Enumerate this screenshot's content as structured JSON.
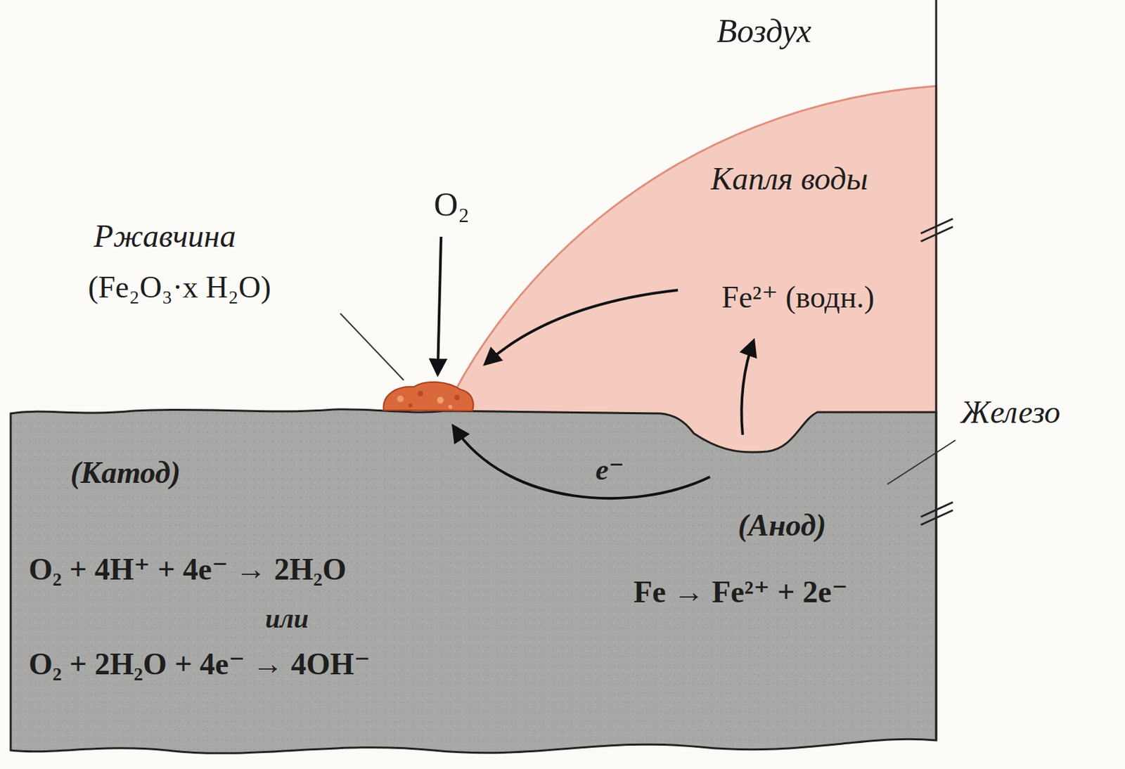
{
  "diagram": {
    "labels": [
      "Воздух",
      "Капля воды",
      "O₂",
      "Ржавчина",
      "(Fe₂O₃·x H₂O)",
      "Fe²⁺ (водн.)",
      "Железо",
      "e⁻",
      "(Катод)",
      "(Анод)",
      "O₂ + 4H⁺ + 4e⁻ → 2H₂O",
      "или",
      "O₂ + 2H₂O + 4e⁻ → 4OH⁻",
      "Fe → Fe²⁺ + 2e⁻"
    ]
  }
}
